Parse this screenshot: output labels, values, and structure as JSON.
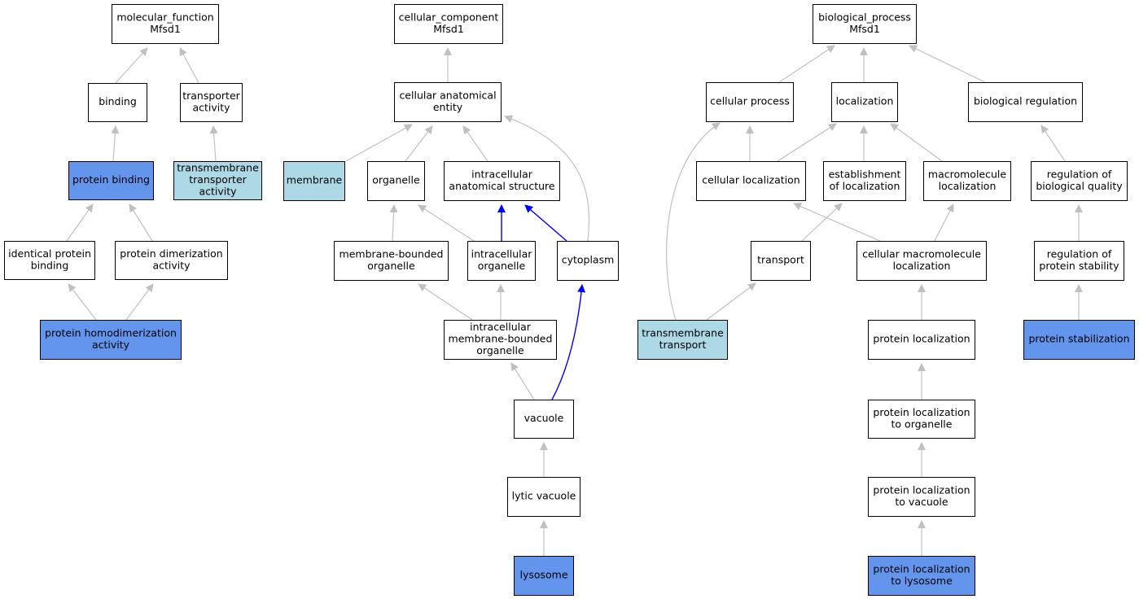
{
  "colors": {
    "node_border": "#000000",
    "node_default": "#ffffff",
    "node_annotated_dark": "#6495ed",
    "node_annotated_light": "#add8e6",
    "edge_default": "#c0c0c0",
    "edge_highlight": "#0000ff"
  },
  "nodes": [
    {
      "id": "mf_root",
      "lines": [
        "molecular_function",
        "Mfsd1"
      ],
      "fill": "default"
    },
    {
      "id": "binding",
      "lines": [
        "binding"
      ],
      "fill": "default"
    },
    {
      "id": "transporter_activity",
      "lines": [
        "transporter",
        "activity"
      ],
      "fill": "default"
    },
    {
      "id": "protein_binding",
      "lines": [
        "protein binding"
      ],
      "fill": "dark"
    },
    {
      "id": "tm_transporter_activity",
      "lines": [
        "transmembrane",
        "transporter",
        "activity"
      ],
      "fill": "light"
    },
    {
      "id": "identical_protein_binding",
      "lines": [
        "identical protein",
        "binding"
      ],
      "fill": "default"
    },
    {
      "id": "protein_dimerization_activity",
      "lines": [
        "protein dimerization",
        "activity"
      ],
      "fill": "default"
    },
    {
      "id": "protein_homodimerization_activity",
      "lines": [
        "protein homodimerization",
        "activity"
      ],
      "fill": "dark"
    },
    {
      "id": "cc_root",
      "lines": [
        "cellular_component",
        "Mfsd1"
      ],
      "fill": "default"
    },
    {
      "id": "cellular_anatomical_entity",
      "lines": [
        "cellular anatomical",
        "entity"
      ],
      "fill": "default"
    },
    {
      "id": "membrane",
      "lines": [
        "membrane"
      ],
      "fill": "light"
    },
    {
      "id": "organelle",
      "lines": [
        "organelle"
      ],
      "fill": "default"
    },
    {
      "id": "intracellular_anatomical_structure",
      "lines": [
        "intracellular",
        "anatomical structure"
      ],
      "fill": "default"
    },
    {
      "id": "membrane_bounded_organelle",
      "lines": [
        "membrane-bounded",
        "organelle"
      ],
      "fill": "default"
    },
    {
      "id": "intracellular_organelle",
      "lines": [
        "intracellular",
        "organelle"
      ],
      "fill": "default"
    },
    {
      "id": "cytoplasm",
      "lines": [
        "cytoplasm"
      ],
      "fill": "default"
    },
    {
      "id": "intracellular_mb_organelle",
      "lines": [
        "intracellular",
        "membrane-bounded",
        "organelle"
      ],
      "fill": "default"
    },
    {
      "id": "vacuole",
      "lines": [
        "vacuole"
      ],
      "fill": "default"
    },
    {
      "id": "lytic_vacuole",
      "lines": [
        "lytic vacuole"
      ],
      "fill": "default"
    },
    {
      "id": "lysosome",
      "lines": [
        "lysosome"
      ],
      "fill": "dark"
    },
    {
      "id": "bp_root",
      "lines": [
        "biological_process",
        "Mfsd1"
      ],
      "fill": "default"
    },
    {
      "id": "cellular_process",
      "lines": [
        "cellular process"
      ],
      "fill": "default"
    },
    {
      "id": "localization",
      "lines": [
        "localization"
      ],
      "fill": "default"
    },
    {
      "id": "biological_regulation",
      "lines": [
        "biological regulation"
      ],
      "fill": "default"
    },
    {
      "id": "cellular_localization",
      "lines": [
        "cellular localization"
      ],
      "fill": "default"
    },
    {
      "id": "establishment_of_localization",
      "lines": [
        "establishment",
        "of localization"
      ],
      "fill": "default"
    },
    {
      "id": "macromolecule_localization",
      "lines": [
        "macromolecule",
        "localization"
      ],
      "fill": "default"
    },
    {
      "id": "regulation_of_biological_quality",
      "lines": [
        "regulation of",
        "biological quality"
      ],
      "fill": "default"
    },
    {
      "id": "transport",
      "lines": [
        "transport"
      ],
      "fill": "default"
    },
    {
      "id": "cellular_macromolecule_localization",
      "lines": [
        "cellular macromolecule",
        "localization"
      ],
      "fill": "default"
    },
    {
      "id": "regulation_of_protein_stability",
      "lines": [
        "regulation of",
        "protein stability"
      ],
      "fill": "default"
    },
    {
      "id": "transmembrane_transport",
      "lines": [
        "transmembrane",
        "transport"
      ],
      "fill": "light"
    },
    {
      "id": "protein_localization",
      "lines": [
        "protein localization"
      ],
      "fill": "default"
    },
    {
      "id": "protein_stabilization",
      "lines": [
        "protein stabilization"
      ],
      "fill": "dark"
    },
    {
      "id": "protein_localization_to_organelle",
      "lines": [
        "protein localization",
        "to organelle"
      ],
      "fill": "default"
    },
    {
      "id": "protein_localization_to_vacuole",
      "lines": [
        "protein localization",
        "to vacuole"
      ],
      "fill": "default"
    },
    {
      "id": "protein_localization_to_lysosome",
      "lines": [
        "protein localization",
        "to lysosome"
      ],
      "fill": "dark"
    }
  ],
  "edges": [
    {
      "from": "binding",
      "to": "mf_root",
      "style": "default"
    },
    {
      "from": "transporter_activity",
      "to": "mf_root",
      "style": "default"
    },
    {
      "from": "protein_binding",
      "to": "binding",
      "style": "default"
    },
    {
      "from": "tm_transporter_activity",
      "to": "transporter_activity",
      "style": "default"
    },
    {
      "from": "identical_protein_binding",
      "to": "protein_binding",
      "style": "default"
    },
    {
      "from": "protein_dimerization_activity",
      "to": "protein_binding",
      "style": "default"
    },
    {
      "from": "protein_homodimerization_activity",
      "to": "identical_protein_binding",
      "style": "default"
    },
    {
      "from": "protein_homodimerization_activity",
      "to": "protein_dimerization_activity",
      "style": "default"
    },
    {
      "from": "cellular_anatomical_entity",
      "to": "cc_root",
      "style": "default"
    },
    {
      "from": "membrane",
      "to": "cellular_anatomical_entity",
      "style": "default"
    },
    {
      "from": "organelle",
      "to": "cellular_anatomical_entity",
      "style": "default"
    },
    {
      "from": "intracellular_anatomical_structure",
      "to": "cellular_anatomical_entity",
      "style": "default"
    },
    {
      "from": "cytoplasm",
      "to": "cellular_anatomical_entity",
      "style": "default"
    },
    {
      "from": "membrane_bounded_organelle",
      "to": "organelle",
      "style": "default"
    },
    {
      "from": "intracellular_organelle",
      "to": "organelle",
      "style": "default"
    },
    {
      "from": "intracellular_organelle",
      "to": "intracellular_anatomical_structure",
      "style": "highlight"
    },
    {
      "from": "cytoplasm",
      "to": "intracellular_anatomical_structure",
      "style": "highlight"
    },
    {
      "from": "intracellular_mb_organelle",
      "to": "membrane_bounded_organelle",
      "style": "default"
    },
    {
      "from": "intracellular_mb_organelle",
      "to": "intracellular_organelle",
      "style": "default"
    },
    {
      "from": "vacuole",
      "to": "intracellular_mb_organelle",
      "style": "default"
    },
    {
      "from": "vacuole",
      "to": "cytoplasm",
      "style": "highlight"
    },
    {
      "from": "lytic_vacuole",
      "to": "vacuole",
      "style": "default"
    },
    {
      "from": "lysosome",
      "to": "lytic_vacuole",
      "style": "default"
    },
    {
      "from": "cellular_process",
      "to": "bp_root",
      "style": "default"
    },
    {
      "from": "localization",
      "to": "bp_root",
      "style": "default"
    },
    {
      "from": "biological_regulation",
      "to": "bp_root",
      "style": "default"
    },
    {
      "from": "cellular_localization",
      "to": "cellular_process",
      "style": "default"
    },
    {
      "from": "cellular_localization",
      "to": "localization",
      "style": "default"
    },
    {
      "from": "establishment_of_localization",
      "to": "localization",
      "style": "default"
    },
    {
      "from": "macromolecule_localization",
      "to": "localization",
      "style": "default"
    },
    {
      "from": "regulation_of_biological_quality",
      "to": "biological_regulation",
      "style": "default"
    },
    {
      "from": "transport",
      "to": "establishment_of_localization",
      "style": "default"
    },
    {
      "from": "cellular_macromolecule_localization",
      "to": "cellular_localization",
      "style": "default"
    },
    {
      "from": "cellular_macromolecule_localization",
      "to": "macromolecule_localization",
      "style": "default"
    },
    {
      "from": "regulation_of_protein_stability",
      "to": "regulation_of_biological_quality",
      "style": "default"
    },
    {
      "from": "transmembrane_transport",
      "to": "transport",
      "style": "default"
    },
    {
      "from": "transmembrane_transport",
      "to": "cellular_process",
      "style": "default"
    },
    {
      "from": "protein_localization",
      "to": "cellular_macromolecule_localization",
      "style": "default"
    },
    {
      "from": "protein_stabilization",
      "to": "regulation_of_protein_stability",
      "style": "default"
    },
    {
      "from": "protein_localization_to_organelle",
      "to": "protein_localization",
      "style": "default"
    },
    {
      "from": "protein_localization_to_vacuole",
      "to": "protein_localization_to_organelle",
      "style": "default"
    },
    {
      "from": "protein_localization_to_lysosome",
      "to": "protein_localization_to_vacuole",
      "style": "default"
    }
  ]
}
